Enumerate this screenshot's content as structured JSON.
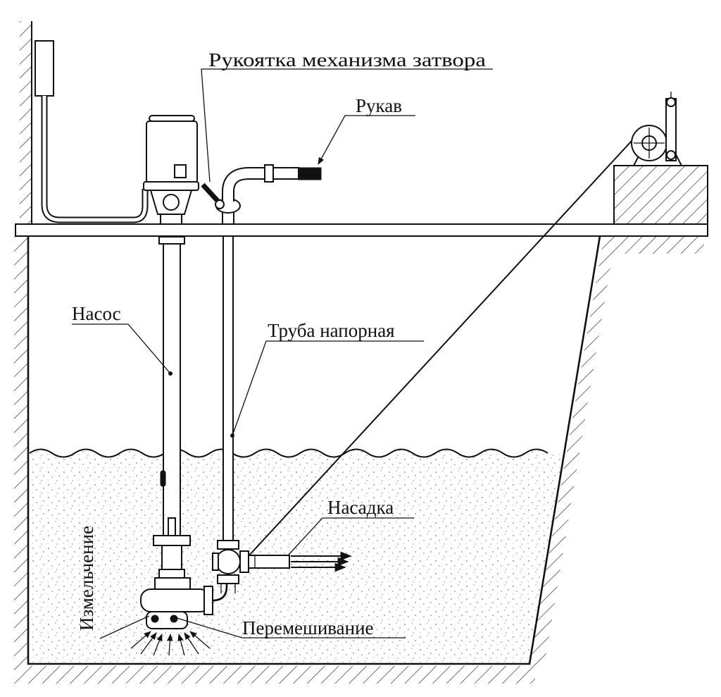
{
  "labels": {
    "shutter_handle": "Рукоятка механизма затвора",
    "hose": "Рукав",
    "pump": "Насос",
    "pressure_pipe": "Труба напорная",
    "nozzle": "Насадка",
    "grinding": "Измельчение",
    "mixing": "Перемешивание"
  },
  "colors": {
    "line": "#111111",
    "background": "#ffffff",
    "liquid_dots": "#555555"
  }
}
